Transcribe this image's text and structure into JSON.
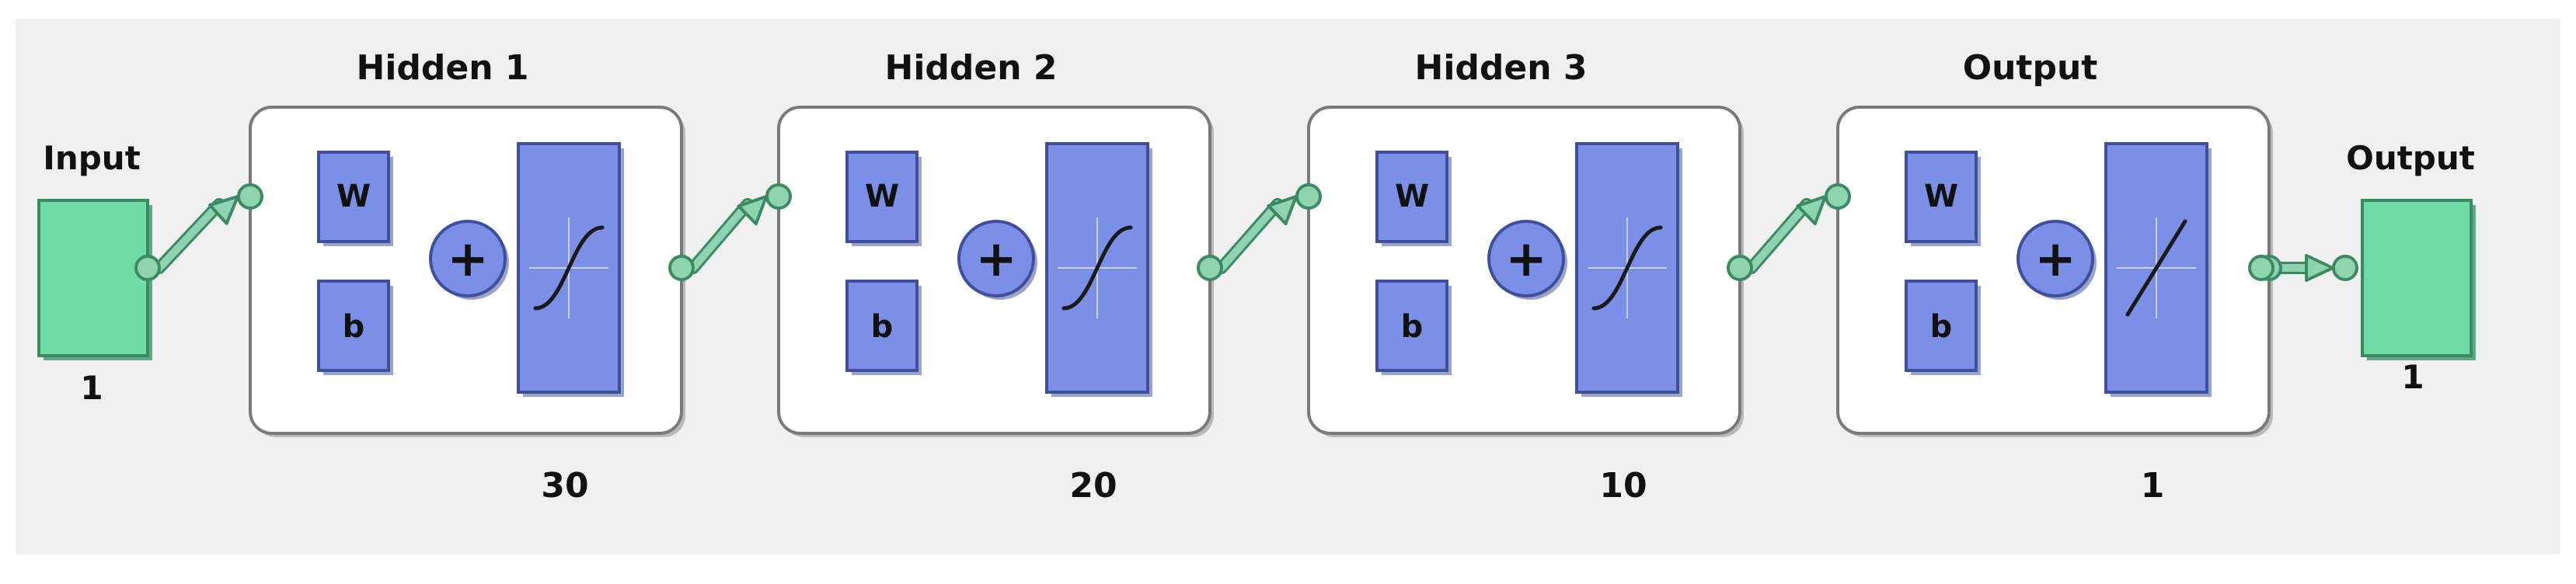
{
  "diagram": {
    "input": {
      "title": "Input",
      "size": "1"
    },
    "output": {
      "title": "Output",
      "size": "1"
    },
    "layers": [
      {
        "title": "Hidden 1",
        "size": "30",
        "activation": "sigmoid",
        "weight_label": "W",
        "bias_label": "b"
      },
      {
        "title": "Hidden 2",
        "size": "20",
        "activation": "sigmoid",
        "weight_label": "W",
        "bias_label": "b"
      },
      {
        "title": "Hidden 3",
        "size": "10",
        "activation": "sigmoid",
        "weight_label": "W",
        "bias_label": "b"
      },
      {
        "title": "Output",
        "size": "1",
        "activation": "linear",
        "weight_label": "W",
        "bias_label": "b"
      }
    ],
    "summation_symbol": "+",
    "colors": {
      "background": "#f0f0f0",
      "layer_box_fill": "#ffffff",
      "layer_box_border": "#7a7a7a",
      "block_fill": "#7b8fe6",
      "block_border": "#3f4f9c",
      "connector": "#8ed4b0",
      "connector_border": "#3c8a63",
      "io_fill": "#6fdca7",
      "io_border": "#3c8a63"
    }
  }
}
